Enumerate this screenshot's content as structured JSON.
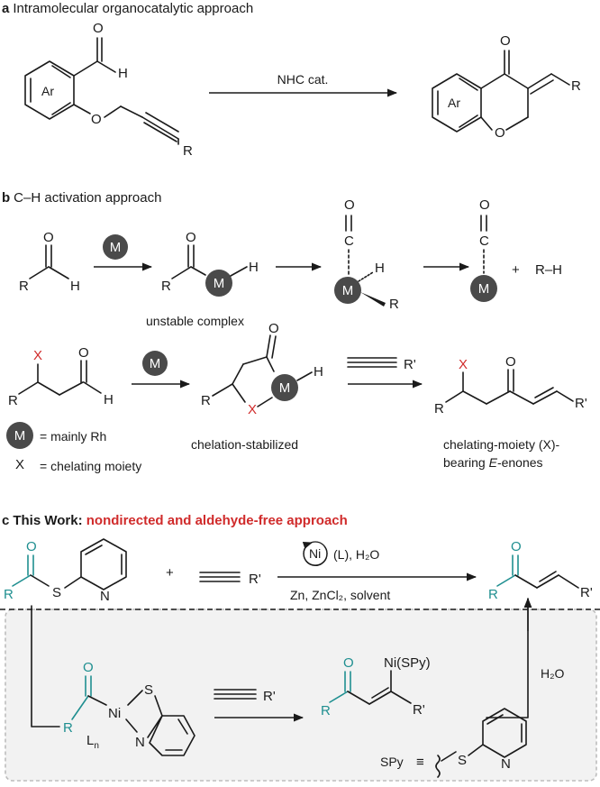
{
  "panel_a": {
    "letter": "a",
    "title": "Intramolecular organocatalytic approach",
    "reagent": "NHC cat.",
    "ar_label": "Ar",
    "atoms": {
      "H": "H",
      "O": "O",
      "R": "R"
    }
  },
  "panel_b": {
    "letter": "b",
    "title": "C–H activation approach",
    "metal": "M",
    "atoms": {
      "H": "H",
      "O": "O",
      "R": "R",
      "C": "C",
      "X": "X",
      "R_prime": "R'",
      "plus": "+",
      "RH": "R–H"
    },
    "unstable_label": "unstable complex",
    "chelation_label": "chelation-stabilized",
    "product_label_1": "chelating-moiety (X)-",
    "product_label_2": "bearing ",
    "product_label_e": "E",
    "product_label_3": "-enones",
    "legend_m": "= mainly Rh",
    "legend_x_symbol": "X",
    "legend_x": "= chelating moiety"
  },
  "panel_c": {
    "letter": "c",
    "title_black": "This Work: ",
    "title_red": "nondirected and aldehyde-free approach",
    "metal_ni": "Ni",
    "ligand_water": "(L), H₂O",
    "conditions": "Zn, ZnCl₂, solvent",
    "plus": "+",
    "atoms": {
      "O": "O",
      "R": "R",
      "S": "S",
      "N": "N",
      "R_prime": "R'",
      "Ni": "Ni",
      "Ln": "L",
      "Ln_sub": "n"
    },
    "vinyl_ni": "Ni(SPy)",
    "water": "H₂O",
    "spy_label": "SPy",
    "equiv": "≡"
  },
  "colors": {
    "teal": "#1f8f90",
    "red": "#d02b2b",
    "metal_circle": "#4a4a4a",
    "dashed_box": "#bdbdbd"
  }
}
